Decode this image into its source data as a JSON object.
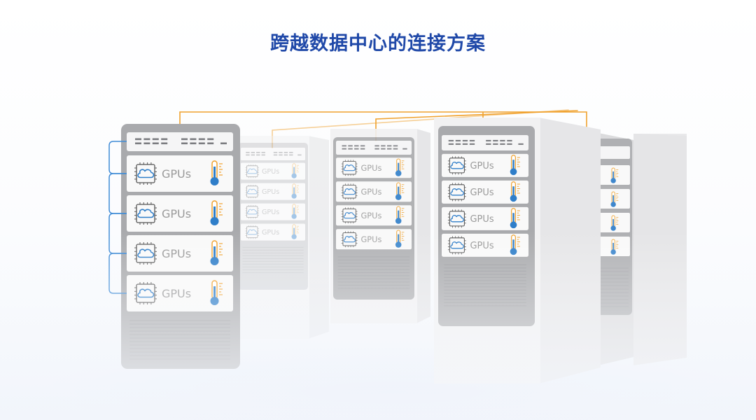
{
  "title": "跨越数据中心的连接方案",
  "units_label": "GPUs",
  "colors": {
    "title": "#1f48a8",
    "link": "#f0a22e",
    "cable": "#3f8bd6",
    "cloud_icon": "#2f7ec9",
    "thermo_hot": "#f0a22e",
    "thermo_cold": "#2f7ec9",
    "rack_frame": "#a9aaad",
    "label_gray": "#9a9a9a"
  },
  "icons": [
    "cloud-chip-icon",
    "thermometer-icon",
    "vent-grille"
  ]
}
